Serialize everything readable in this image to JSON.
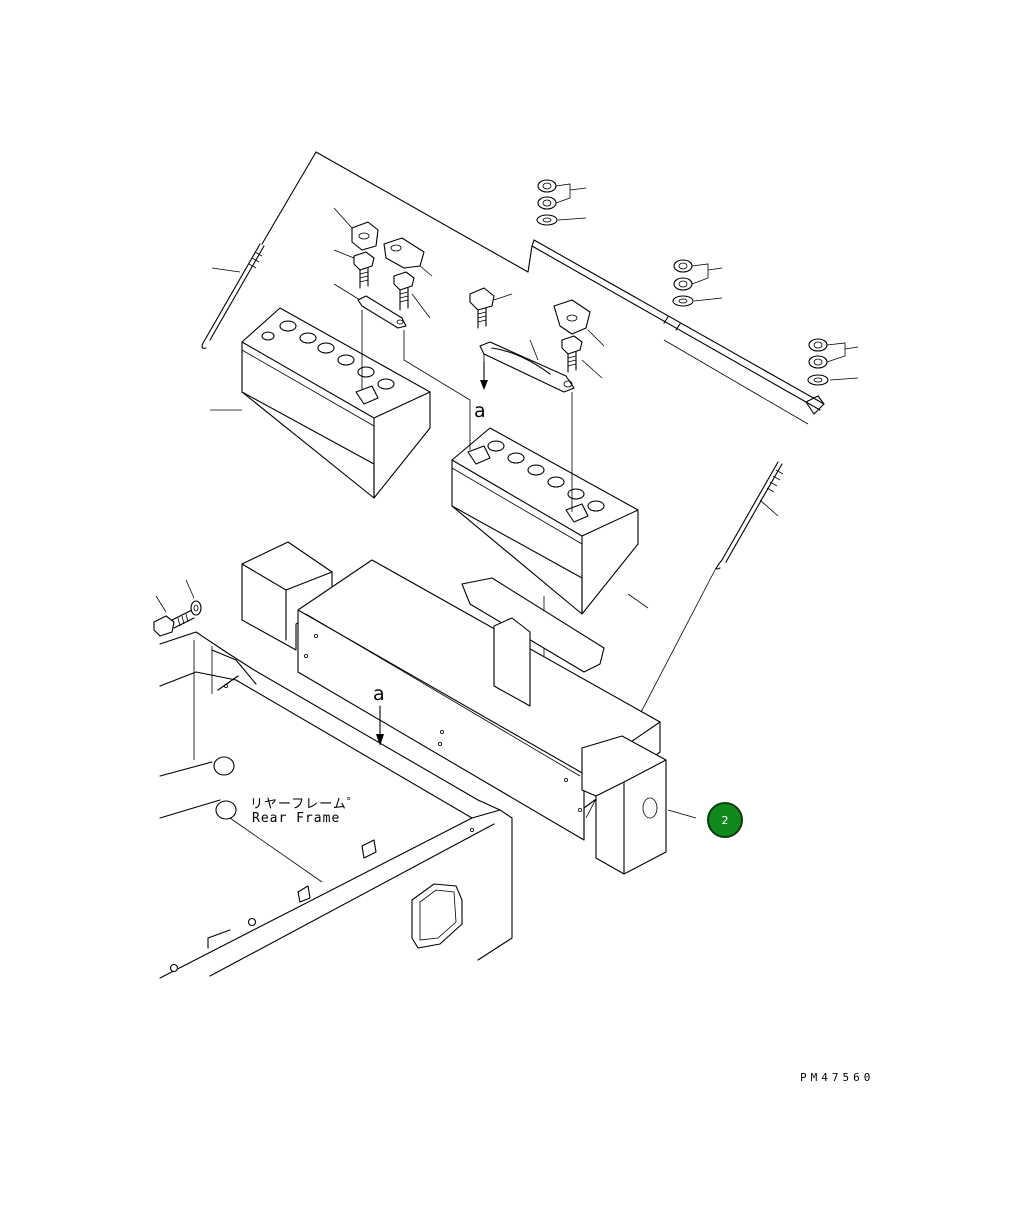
{
  "labels": {
    "detail_a_top": "a",
    "detail_a_bottom": "a",
    "rear_frame_jp": "リヤーフレーム゜",
    "rear_frame_en": "Rear Frame",
    "drawing_code": "PM47560"
  },
  "callouts": [
    {
      "number": "2",
      "color": "#0f8a1a"
    }
  ]
}
